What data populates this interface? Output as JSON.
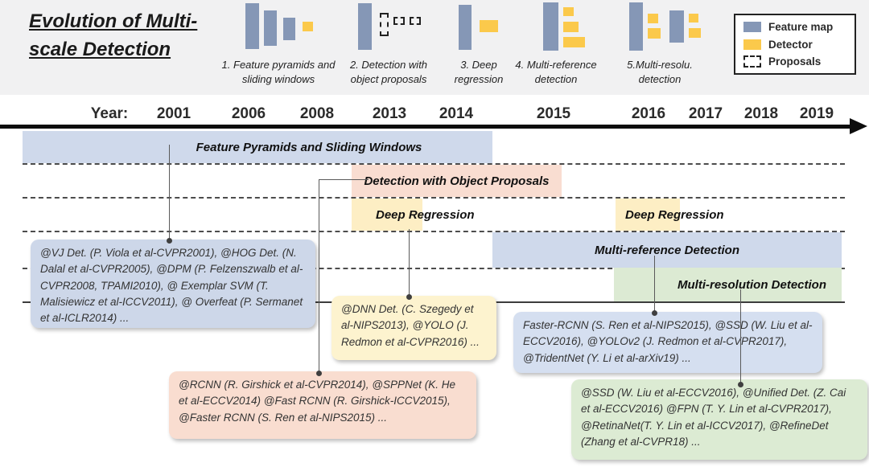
{
  "title": "Evolution of Multi-scale Detection",
  "header": {
    "stages": [
      {
        "label": "1. Feature pyramids and sliding windows"
      },
      {
        "label": "2. Detection with object proposals"
      },
      {
        "label": "3. Deep regression"
      },
      {
        "label": "4. Multi-reference detection"
      },
      {
        "label": "5.Multi-resolu. detection"
      }
    ],
    "legend": {
      "items": [
        {
          "label": "Feature map",
          "swatch": "feature-map"
        },
        {
          "label": "Detector",
          "swatch": "detector"
        },
        {
          "label": "Proposals",
          "swatch": "proposals"
        }
      ]
    }
  },
  "timeline": {
    "axis_label": "Year:",
    "years": [
      "2001",
      "2006",
      "2008",
      "2013",
      "2014",
      "2015",
      "2016",
      "2017",
      "2018",
      "2019"
    ]
  },
  "bands": [
    {
      "label": "Feature Pyramids and Sliding Windows",
      "color": "#cfd9eb"
    },
    {
      "label": "Detection with Object Proposals",
      "color": "#f9ddd1"
    },
    {
      "label": "Deep Regression",
      "color": "#fdeec4"
    },
    {
      "label": "Deep Regression",
      "color": "#fdeec4"
    },
    {
      "label": "Multi-reference Detection",
      "color": "#cfd9eb"
    },
    {
      "label": "Multi-resolution Detection",
      "color": "#dcead3"
    }
  ],
  "boxes": [
    {
      "text": "@VJ Det. (P. Viola et al-CVPR2001), @HOG Det. (N. Dalal et al-CVPR2005), @DPM (P. Felzenszwalb et al-CVPR2008, TPAMI2010), @ Exemplar SVM (T. Malisiewicz et al-ICCV2011), @ Overfeat (P. Sermanet et al-ICLR2014) ..."
    },
    {
      "text": "@DNN Det. (C. Szegedy et al-NIPS2013), @YOLO (J. Redmon et al-CVPR2016) ..."
    },
    {
      "text": "@RCNN (R. Girshick et al-CVPR2014), @SPPNet (K. He et al-ECCV2014) @Fast RCNN (R. Girshick-ICCV2015), @Faster RCNN (S. Ren et al-NIPS2015) ..."
    },
    {
      "text": "Faster-RCNN (S. Ren et al-NIPS2015), @SSD (W. Liu et al-ECCV2016),  @YOLOv2 (J. Redmon et al-CVPR2017), @TridentNet (Y. Li et al-arXiv19) ..."
    },
    {
      "text": "@SSD (W. Liu et al-ECCV2016), @Unified Det. (Z. Cai et al-ECCV2016) @FPN (T. Y. Lin et al-CVPR2017), @RetinaNet(T. Y. Lin et al-ICCV2017), @RefineDet (Zhang et al-CVPR18) ..."
    }
  ],
  "colors": {
    "feature_map": "#8597b6",
    "detector": "#fbc94b",
    "header_bg": "#f1f1f2",
    "band_blue": "#cfd9eb",
    "band_pink": "#f9ddd1",
    "band_yellow": "#fdeec4",
    "band_green": "#dcead3",
    "box_blue": "#cdd7e9",
    "box_yellow": "#fdf3cf",
    "box_pink": "#f9ddd0",
    "box_blue2": "#d5dff0",
    "box_green": "#dcebd3"
  }
}
